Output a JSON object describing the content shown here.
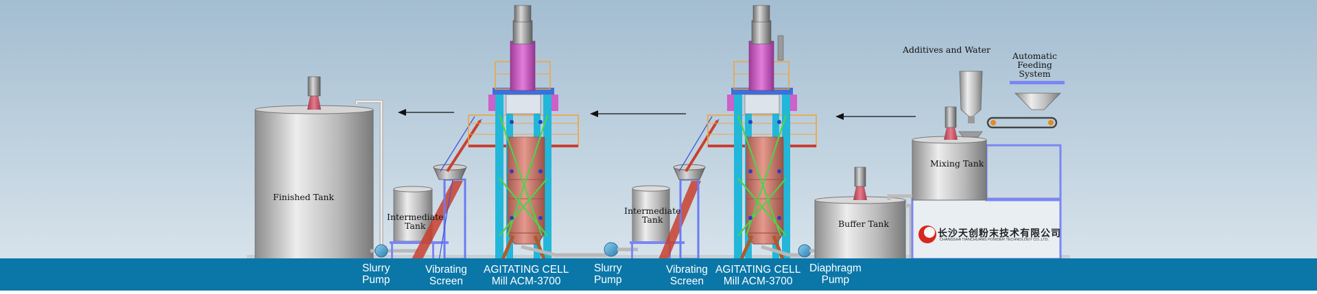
{
  "colors": {
    "sky_top": "#a3bdd1",
    "sky_bottom": "#d9e4ec",
    "caption_bar": "#0b77a8",
    "frame_cyan": "#22b7d9",
    "mill_body": "#c9786b",
    "magenta": "#cf5fc9",
    "orange_rail": "#f2a23a",
    "blue_rail": "#3b55d8",
    "green_brace": "#4fd14a",
    "red_stair": "#c8402f",
    "logo_red": "#d6281e"
  },
  "captions": {
    "slurry_pump_1": [
      "Slurry",
      "Pump"
    ],
    "vibrating_screen_1": [
      "Vibrating",
      "Screen"
    ],
    "mill_1": [
      "AGITATING CELL",
      "Mill ACM-3700"
    ],
    "slurry_pump_2": [
      "Slurry",
      "Pump"
    ],
    "vibrating_screen_2": [
      "Vibrating",
      "Screen"
    ],
    "mill_2": [
      "AGITATING CELL",
      "Mill ACM-3700"
    ],
    "diaphragm_pump": [
      "Diaphragm",
      "Pump"
    ]
  },
  "labels": {
    "finished_tank": "Finished Tank",
    "intermediate_tank_1": [
      "Intermediate",
      "Tank"
    ],
    "intermediate_tank_2": [
      "Intermediate",
      "Tank"
    ],
    "mixing_tank": "Mixing Tank",
    "buffer_tank": "Buffer Tank",
    "additives_water": "Additives and Water",
    "automatic_feeding": [
      "Automatic",
      "Feeding",
      "System"
    ]
  },
  "logo": {
    "name_cn": "长沙天创粉末技术有限公司",
    "name_en": "CHANGSHA TIANCHUANG POWDER TECHNOLOGY CO.,LTD."
  },
  "icons": {
    "flow_arrow": "left-arrow-icon",
    "logo": "company-logo-icon"
  }
}
